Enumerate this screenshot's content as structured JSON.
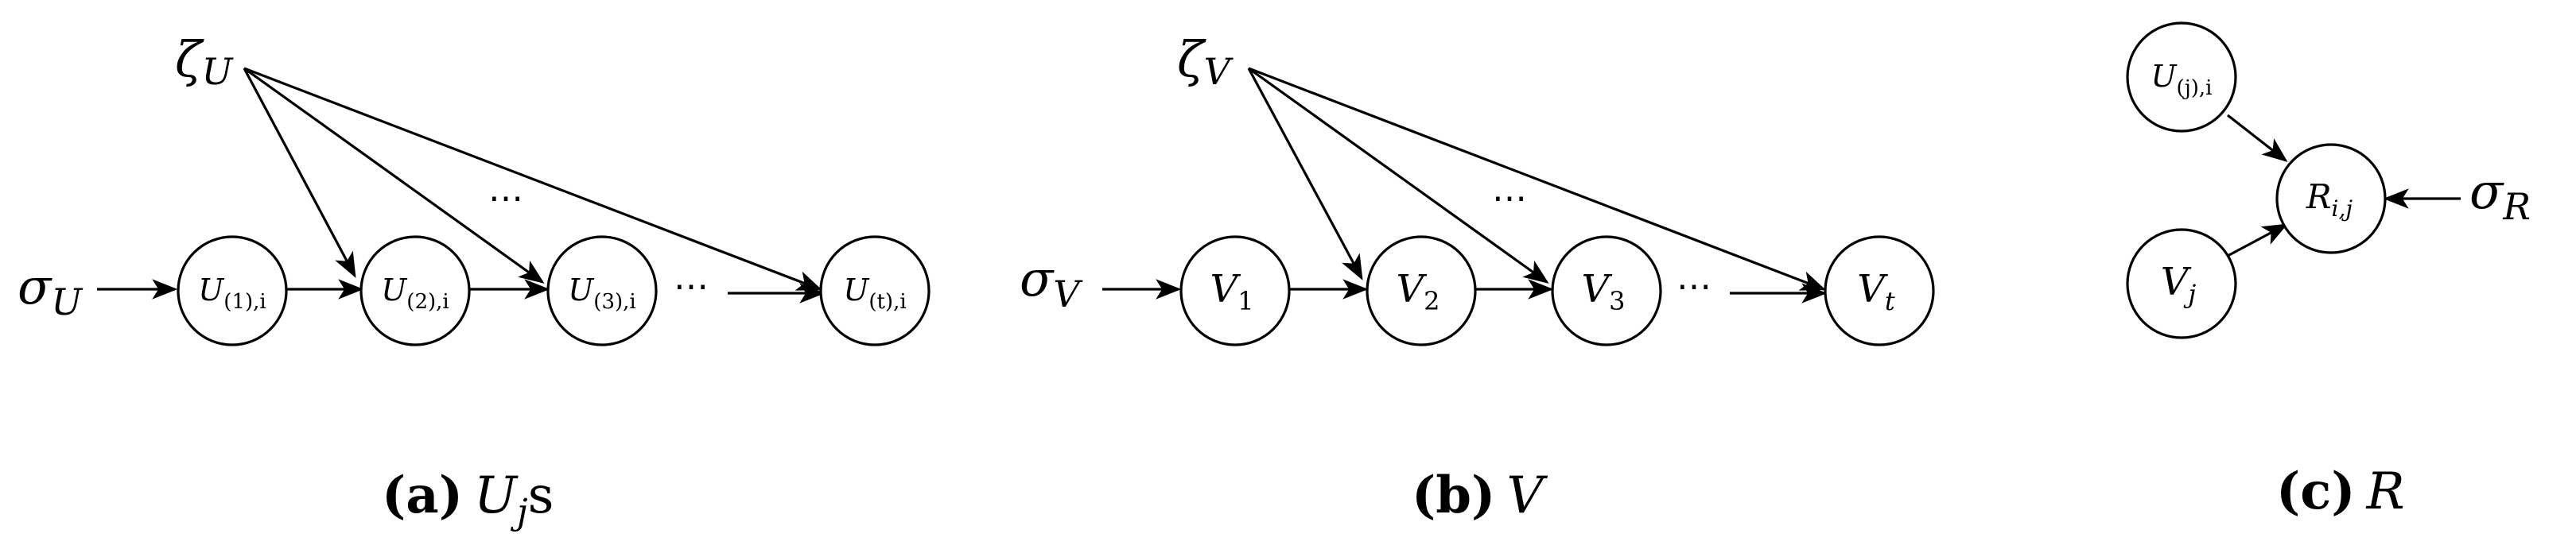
{
  "panels": [
    {
      "id": "a",
      "caption_tag": "(a)",
      "caption_text": {
        "base": "U",
        "sub": "j",
        "suffix": "s"
      },
      "root_label": {
        "base": "ζ",
        "sub": "U"
      },
      "noise_label": {
        "base": "σ",
        "sub": "U"
      },
      "nodes": [
        {
          "base": "U",
          "sub": "(1),i"
        },
        {
          "base": "U",
          "sub": "(2),i"
        },
        {
          "base": "U",
          "sub": "(3),i"
        },
        {
          "base": "U",
          "sub": "(t),i"
        }
      ],
      "gap_dots": "⋯",
      "top_dots": "⋯"
    },
    {
      "id": "b",
      "caption_tag": "(b)",
      "caption_text": {
        "base": "V",
        "sub": "",
        "suffix": ""
      },
      "root_label": {
        "base": "ζ",
        "sub": "V"
      },
      "noise_label": {
        "base": "σ",
        "sub": "V"
      },
      "nodes": [
        {
          "base": "V",
          "sub": "1"
        },
        {
          "base": "V",
          "sub": "2"
        },
        {
          "base": "V",
          "sub": "3"
        },
        {
          "base": "V",
          "sub": "t"
        }
      ],
      "gap_dots": "⋯",
      "top_dots": "⋯"
    },
    {
      "id": "c",
      "caption_tag": "(c)",
      "caption_text": {
        "base": "R",
        "sub": "",
        "suffix": ""
      },
      "nodes": [
        {
          "base": "U",
          "sub": "(j),i"
        },
        {
          "base": "V",
          "sub": "j"
        },
        {
          "base": "R",
          "sub": "i,j"
        }
      ],
      "noise_label": {
        "base": "σ",
        "sub": "R"
      }
    }
  ]
}
